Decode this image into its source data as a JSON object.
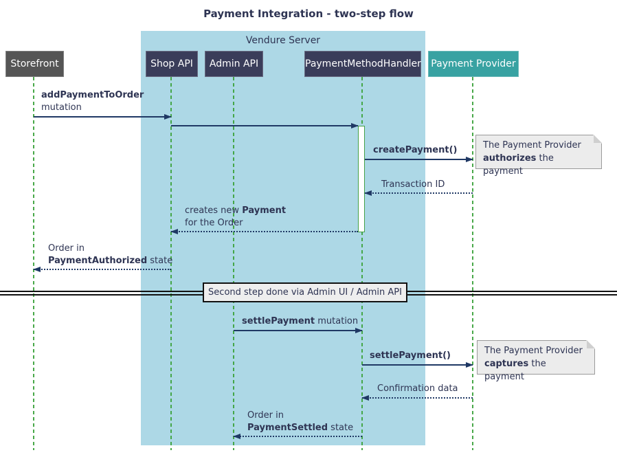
{
  "title": "Payment Integration - two-step flow",
  "frame": {
    "label": "Vendure Server"
  },
  "participants": {
    "storefront": "Storefront",
    "shop_api": "Shop API",
    "admin_api": "Admin API",
    "handler": "PaymentMethodHandler",
    "provider": "Payment Provider"
  },
  "messages": {
    "add_payment": {
      "bold": "addPaymentToOrder",
      "line2": "mutation"
    },
    "create_payment": {
      "bold": "createPayment()"
    },
    "transaction_id": {
      "text": "Transaction ID"
    },
    "creates_payment": {
      "pre": "creates new ",
      "bold": "Payment",
      "line2": "for the Order"
    },
    "order_authorized": {
      "line1": "Order in",
      "bold": "PaymentAuthorized",
      "suffix": " state"
    },
    "settle_mutation": {
      "bold": "settlePayment",
      "rest": " mutation"
    },
    "settle_call": {
      "bold": "settlePayment()"
    },
    "confirmation": {
      "text": "Confirmation data"
    },
    "order_settled": {
      "line1": "Order in",
      "bold": "PaymentSettled",
      "suffix": " state"
    }
  },
  "notes": {
    "authorize": {
      "line1": "The Payment Provider",
      "bold": "authorizes",
      "rest": " the payment"
    },
    "capture": {
      "line1": "The Payment Provider",
      "bold": "captures",
      "rest": " the payment"
    }
  },
  "divider": {
    "label": "Second step done via Admin UI / Admin API"
  },
  "colors": {
    "frame_bg": "#add8e6",
    "participant_bg": "#3a3d5a",
    "external_bg": "#555555",
    "provider_bg": "#38a2a2",
    "arrow": "#1f3864",
    "text": "#2e3453",
    "lifeline": "#3fa43f",
    "note_bg": "#ececec"
  }
}
